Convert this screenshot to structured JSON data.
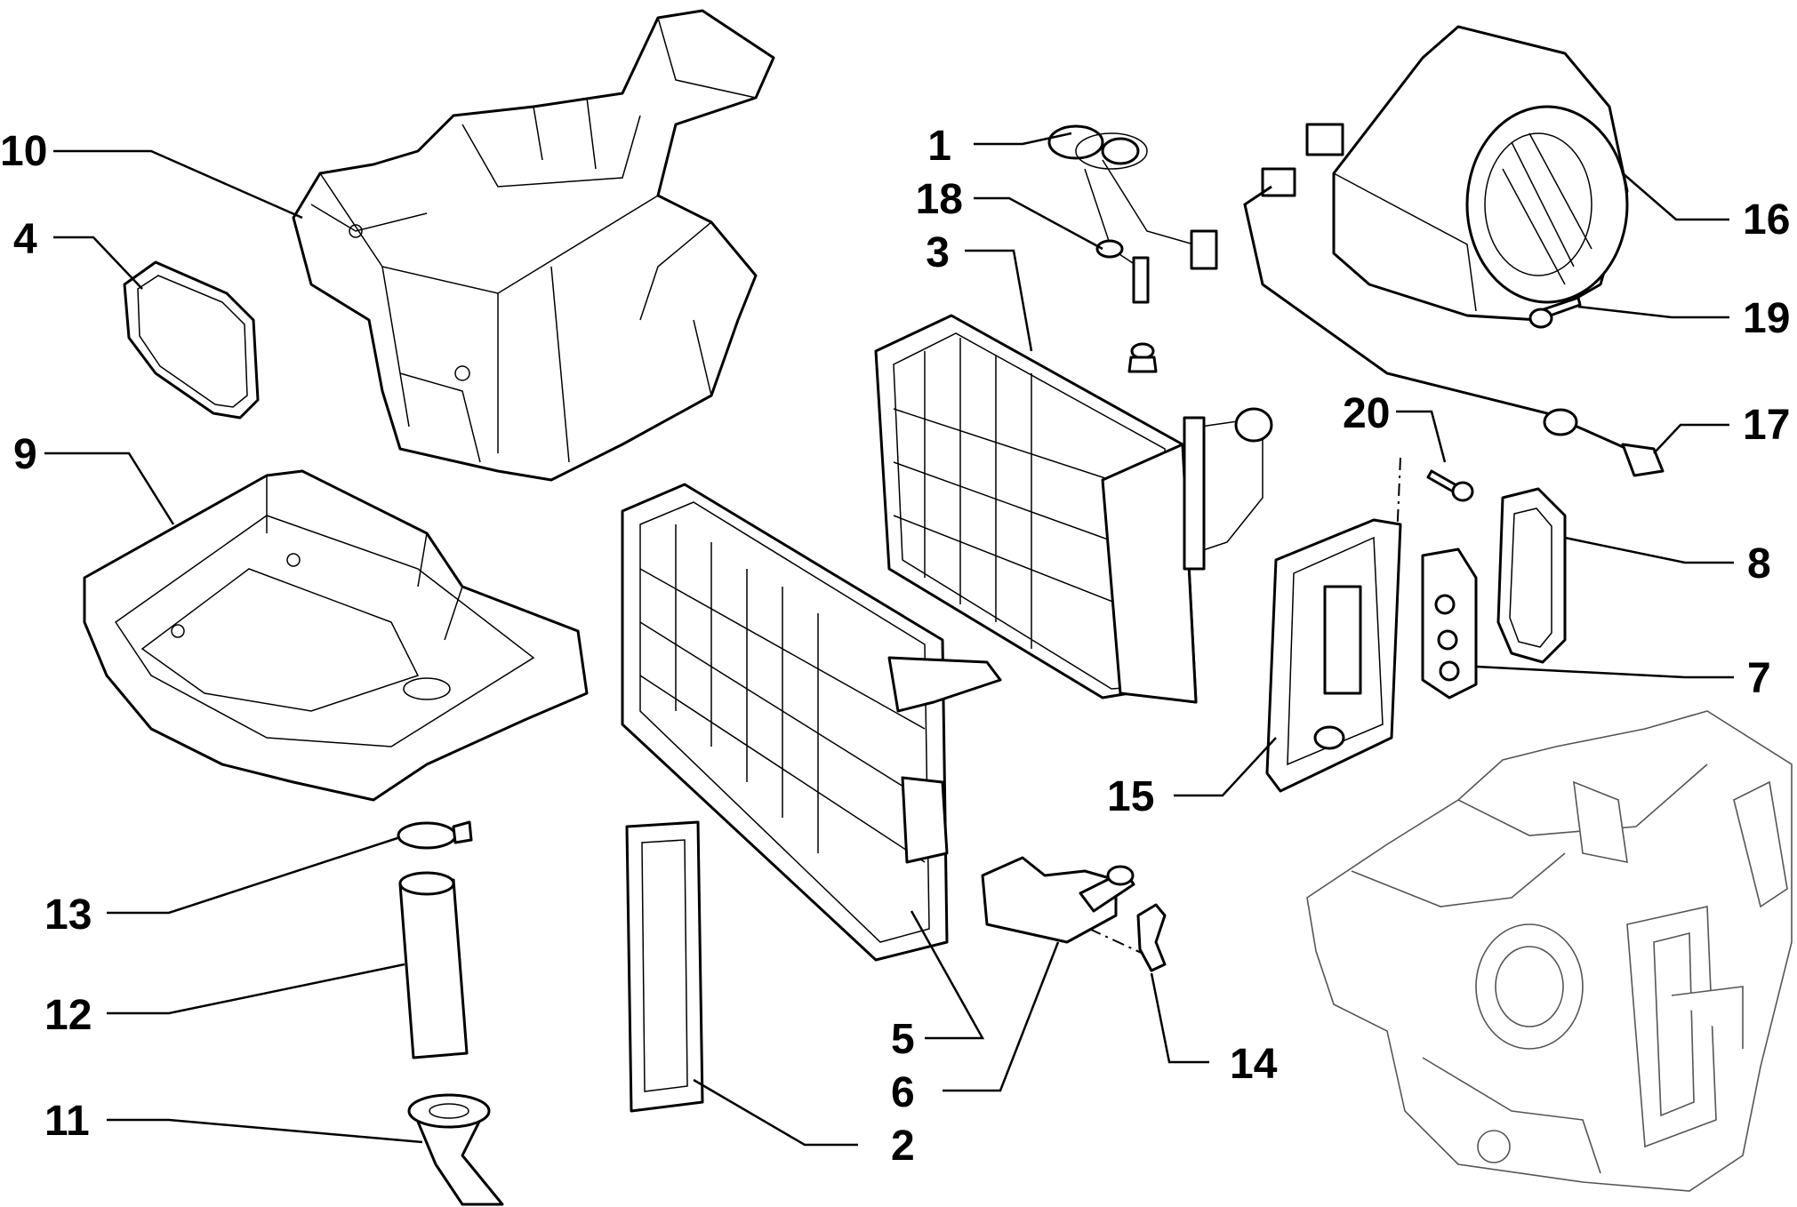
{
  "callouts": [
    {
      "id": "c1",
      "label": "1"
    },
    {
      "id": "c2",
      "label": "2"
    },
    {
      "id": "c3",
      "label": "3"
    },
    {
      "id": "c4",
      "label": "4"
    },
    {
      "id": "c5",
      "label": "5"
    },
    {
      "id": "c6",
      "label": "6"
    },
    {
      "id": "c7",
      "label": "7"
    },
    {
      "id": "c8",
      "label": "8"
    },
    {
      "id": "c9",
      "label": "9"
    },
    {
      "id": "c10",
      "label": "10"
    },
    {
      "id": "c11",
      "label": "11"
    },
    {
      "id": "c12",
      "label": "12"
    },
    {
      "id": "c13",
      "label": "13"
    },
    {
      "id": "c14",
      "label": "14"
    },
    {
      "id": "c15",
      "label": "15"
    },
    {
      "id": "c16",
      "label": "16"
    },
    {
      "id": "c17",
      "label": "17"
    },
    {
      "id": "c18",
      "label": "18"
    },
    {
      "id": "c19",
      "label": "19"
    },
    {
      "id": "c20",
      "label": "20"
    }
  ],
  "colors": {
    "ink": "#000000",
    "paper": "#ffffff",
    "reference_view": "#555555"
  }
}
